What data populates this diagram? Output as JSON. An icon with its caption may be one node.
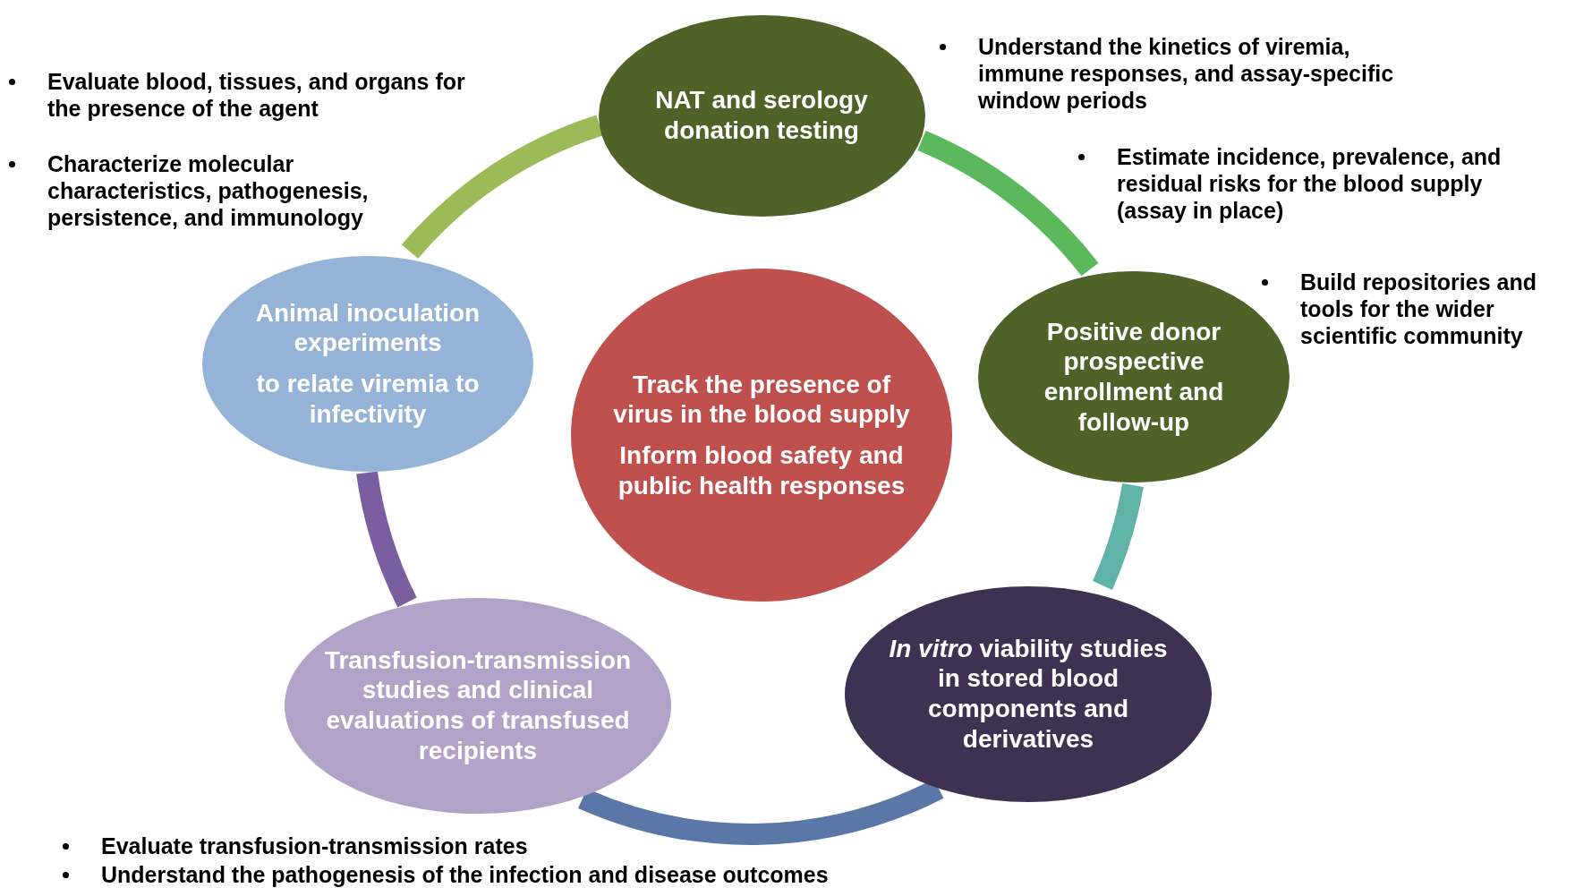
{
  "diagram": {
    "nodes": [
      {
        "text": [
          "Track the presence of virus in the blood supply",
          "Inform blood safety and public health responses"
        ]
      },
      {
        "text": [
          "NAT and serology donation testing"
        ],
        "beside": [
          "Understand the kinetics of viremia, immune responses, and assay-specific window periods",
          "Estimate incidence, prevalence, and residual risks for the blood supply (assay in place)"
        ]
      },
      {
        "text": [
          "Positive donor prospective enrollment and follow-up"
        ],
        "beside": [
          "Build repositories and tools for the wider scientific community"
        ]
      },
      {
        "text": [
          "*In vitro* viability studies in stored blood components and derivatives"
        ]
      },
      {
        "text": [
          "Transfusion-transmission studies and clinical evaluations of transfused recipients"
        ],
        "beside": [
          "Evaluate transfusion-transmission rates",
          "Understand the pathogenesis of the infection and disease outcomes"
        ]
      },
      {
        "text": [
          "Animal inoculation experiments",
          "to relate viremia to infectivity"
        ],
        "beside": [
          "Evaluate blood, tissues, and organs for the presence of the agent",
          "Characterize molecular characteristics, pathogenesis, persistence, and immunology"
        ]
      }
    ],
    "edges": [
      {
        "from": 1,
        "to": 2,
        "arrow": "none",
        "color": "#5cb85c"
      },
      {
        "from": 2,
        "to": 3,
        "arrow": "none",
        "color": "#5fb3a8"
      },
      {
        "from": 3,
        "to": 4,
        "arrow": "none",
        "color": "#5b77a8"
      },
      {
        "from": 4,
        "to": 5,
        "arrow": "none",
        "color": "#7b5ea0"
      },
      {
        "from": 5,
        "to": 1,
        "arrow": "none",
        "color": "#9bbb59"
      }
    ]
  }
}
